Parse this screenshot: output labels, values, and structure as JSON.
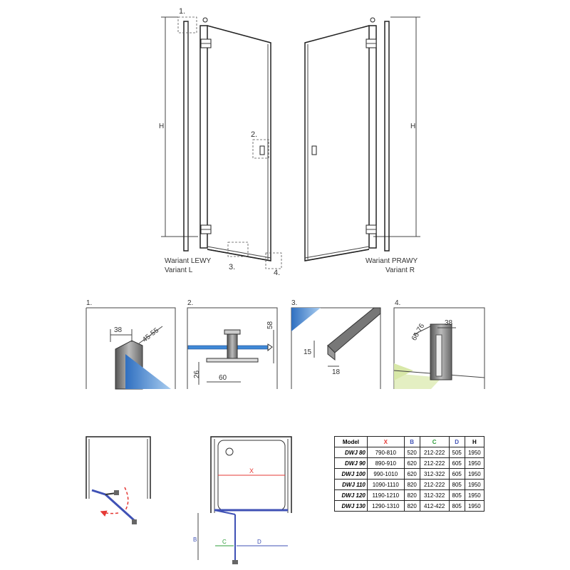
{
  "labels": {
    "variant_left_pl": "Wariant LEWY",
    "variant_left_en": "Variant L",
    "variant_right_pl": "Wariant PRAWY",
    "variant_right_en": "Variant R",
    "height": "H",
    "callout_1": "1.",
    "callout_2": "2.",
    "callout_3": "3.",
    "callout_4": "4."
  },
  "details": {
    "d1": {
      "title": "1.",
      "dim_a": "38",
      "dim_b": "45-55"
    },
    "d2": {
      "title": "2.",
      "dim_height": "58",
      "dim_base": "26",
      "dim_width": "60"
    },
    "d3": {
      "title": "3.",
      "dim_height": "15",
      "dim_width": "18"
    },
    "d4": {
      "title": "4.",
      "dim_a": "66-76",
      "dim_b": "38"
    }
  },
  "plan": {
    "x": "X",
    "b": "B",
    "c": "C",
    "d": "D"
  },
  "colors": {
    "x": "#e53935",
    "b": "#3f51b5",
    "c": "#2e9d3a",
    "d": "#3f51b5",
    "glass": "#3f88d6",
    "arrow": "#e53935"
  },
  "table": {
    "headers": [
      "Model",
      "X",
      "B",
      "C",
      "D",
      "H"
    ],
    "rows": [
      [
        "DWJ 80",
        "790-810",
        "520",
        "212-222",
        "505",
        "1950"
      ],
      [
        "DWJ 90",
        "890-910",
        "620",
        "212-222",
        "605",
        "1950"
      ],
      [
        "DWJ 100",
        "990-1010",
        "620",
        "312-322",
        "605",
        "1950"
      ],
      [
        "DWJ 110",
        "1090-1110",
        "820",
        "212-222",
        "805",
        "1950"
      ],
      [
        "DWJ 120",
        "1190-1210",
        "820",
        "312-322",
        "805",
        "1950"
      ],
      [
        "DWJ 130",
        "1290-1310",
        "820",
        "412-422",
        "805",
        "1950"
      ]
    ]
  }
}
